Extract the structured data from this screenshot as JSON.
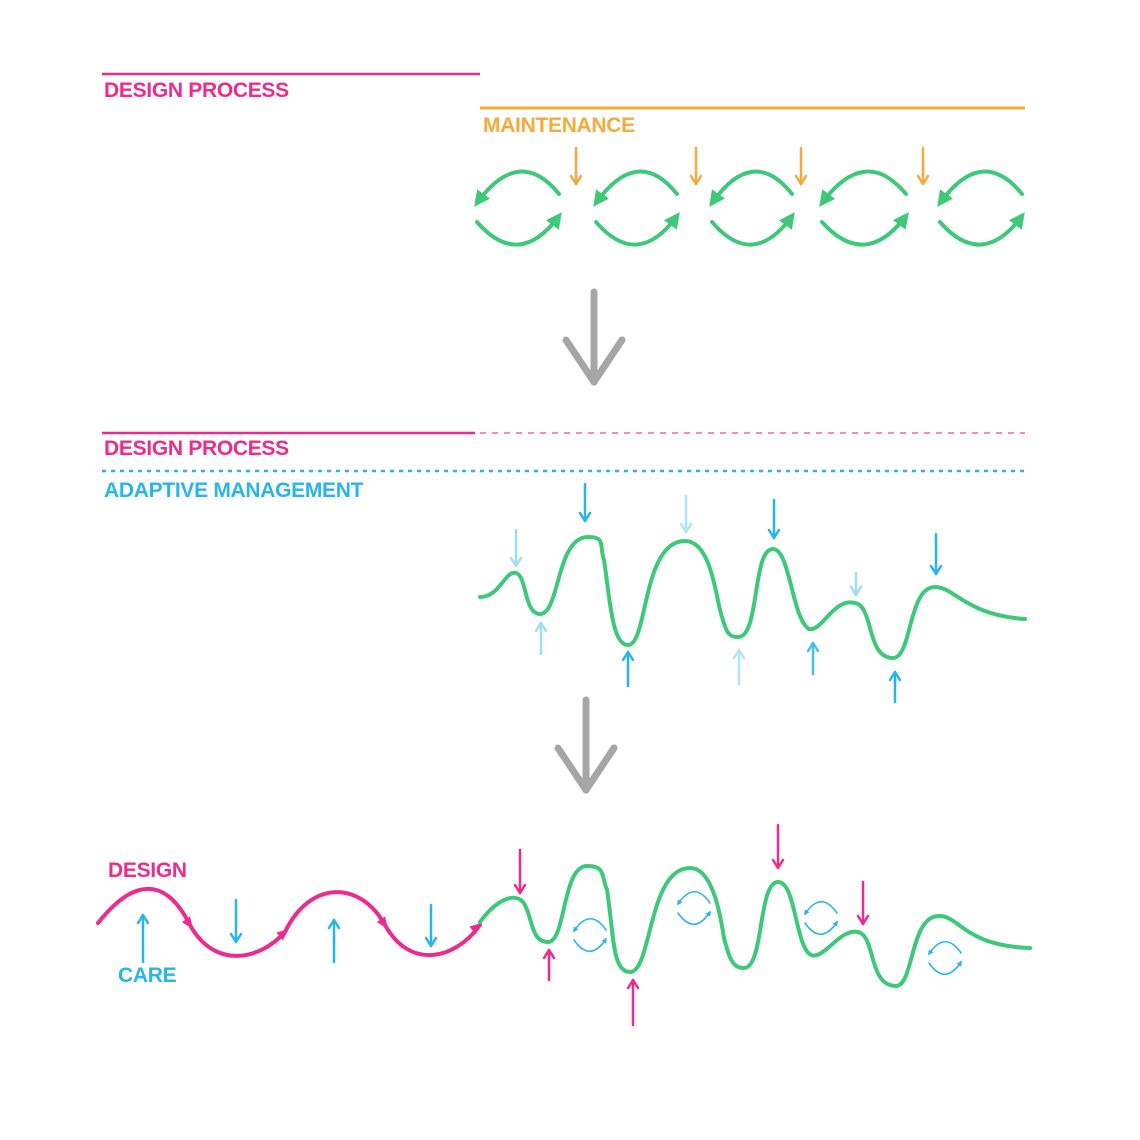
{
  "colors": {
    "design": "#ec2b8f",
    "maintenance": "#f7a93b",
    "adaptive": "#29b5e8",
    "system": "#3ec97a",
    "transition": "#a6a6a6"
  },
  "panel1": {
    "design_label": "DESIGN PROCESS",
    "maintenance_label": "MAINTENANCE"
  },
  "panel2": {
    "design_label": "DESIGN PROCESS",
    "adaptive_label": "ADAPTIVE MANAGEMENT"
  },
  "panel3": {
    "design_label": "DESIGN",
    "care_label": "CARE"
  },
  "icons": [
    "cycle-icon",
    "arrow-down-icon",
    "arrow-up-icon",
    "transition-arrow-icon"
  ]
}
